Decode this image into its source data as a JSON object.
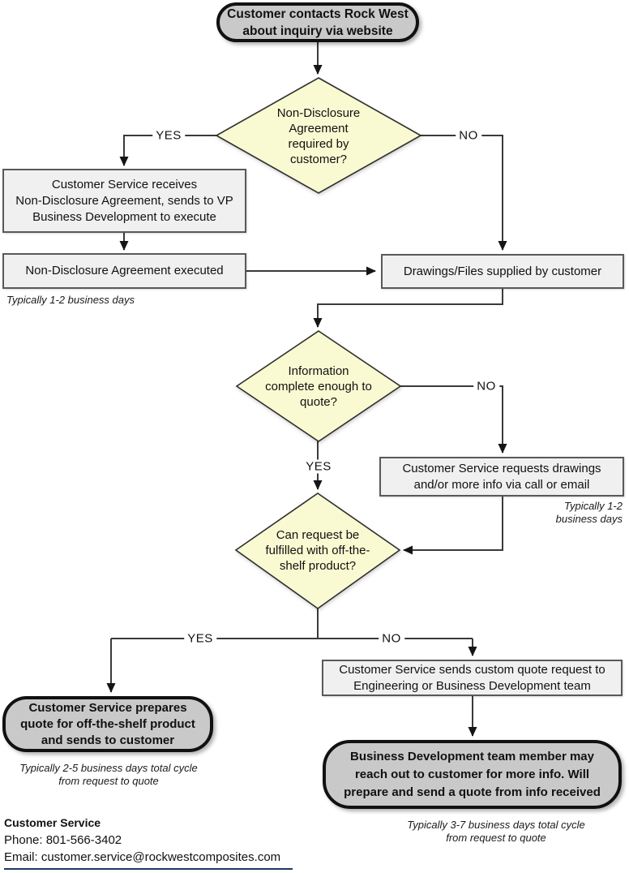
{
  "colors": {
    "terminator_fill": "#c9c9c9",
    "terminator_border": "#111111",
    "process_fill": "#f0f0f0",
    "process_border": "#595959",
    "decision_fill": "#fafad2",
    "decision_border": "#2f2f2f",
    "connector": "#3a3a3a",
    "divider_blue": "#203864"
  },
  "nodes": {
    "start": {
      "type": "terminator",
      "lines": [
        "Customer contacts Rock West",
        "about inquiry via website"
      ]
    },
    "nda_decision": {
      "type": "decision",
      "lines": [
        "Non-Disclosure",
        "Agreement",
        "required by",
        "customer?"
      ]
    },
    "nda_receive": {
      "type": "process",
      "lines": [
        "Customer Service receives",
        "Non-Disclosure Agreement, sends to VP",
        "Business Development to execute"
      ]
    },
    "nda_executed": {
      "type": "process",
      "lines": [
        "Non-Disclosure Agreement executed"
      ]
    },
    "drawings_supplied": {
      "type": "process",
      "lines": [
        "Drawings/Files supplied by customer"
      ]
    },
    "info_complete_decision": {
      "type": "decision",
      "lines": [
        "Information",
        "complete enough to",
        "quote?"
      ]
    },
    "request_more_info": {
      "type": "process",
      "lines": [
        "Customer Service requests drawings",
        "and/or more info via call or email"
      ]
    },
    "off_shelf_decision": {
      "type": "decision",
      "lines": [
        "Can request be",
        "fulfilled with off-the-",
        "shelf product?"
      ]
    },
    "prepare_quote_end": {
      "type": "terminator",
      "lines": [
        "Customer Service prepares",
        "quote for off-the-shelf product",
        "and sends to customer"
      ]
    },
    "custom_quote_request": {
      "type": "process",
      "lines": [
        "Customer Service sends custom quote request to",
        "Engineering or Business Development team"
      ]
    },
    "bd_reach_out_end": {
      "type": "terminator",
      "lines": [
        "Business Development team member may",
        "reach out to customer for more info. Will",
        "prepare and send a quote from info received"
      ]
    }
  },
  "edge_labels": {
    "nda_yes": "YES",
    "nda_no": "NO",
    "info_no": "NO",
    "info_yes": "YES",
    "shelf_yes": "YES",
    "shelf_no": "NO"
  },
  "notes": {
    "nda_cycle": [
      "Typically 1-2 business days"
    ],
    "request_info_cycle": [
      "Typically 1-2",
      "business days"
    ],
    "off_shelf_cycle": [
      "Typically 2-5 business days total cycle",
      "from request to quote"
    ],
    "custom_cycle": [
      "Typically 3-7 business days total cycle",
      "from request to quote"
    ]
  },
  "contact": {
    "heading": "Customer Service",
    "phone": "Phone: 801-566-3402",
    "email": "Email: customer.service@rockwestcomposites.com"
  }
}
